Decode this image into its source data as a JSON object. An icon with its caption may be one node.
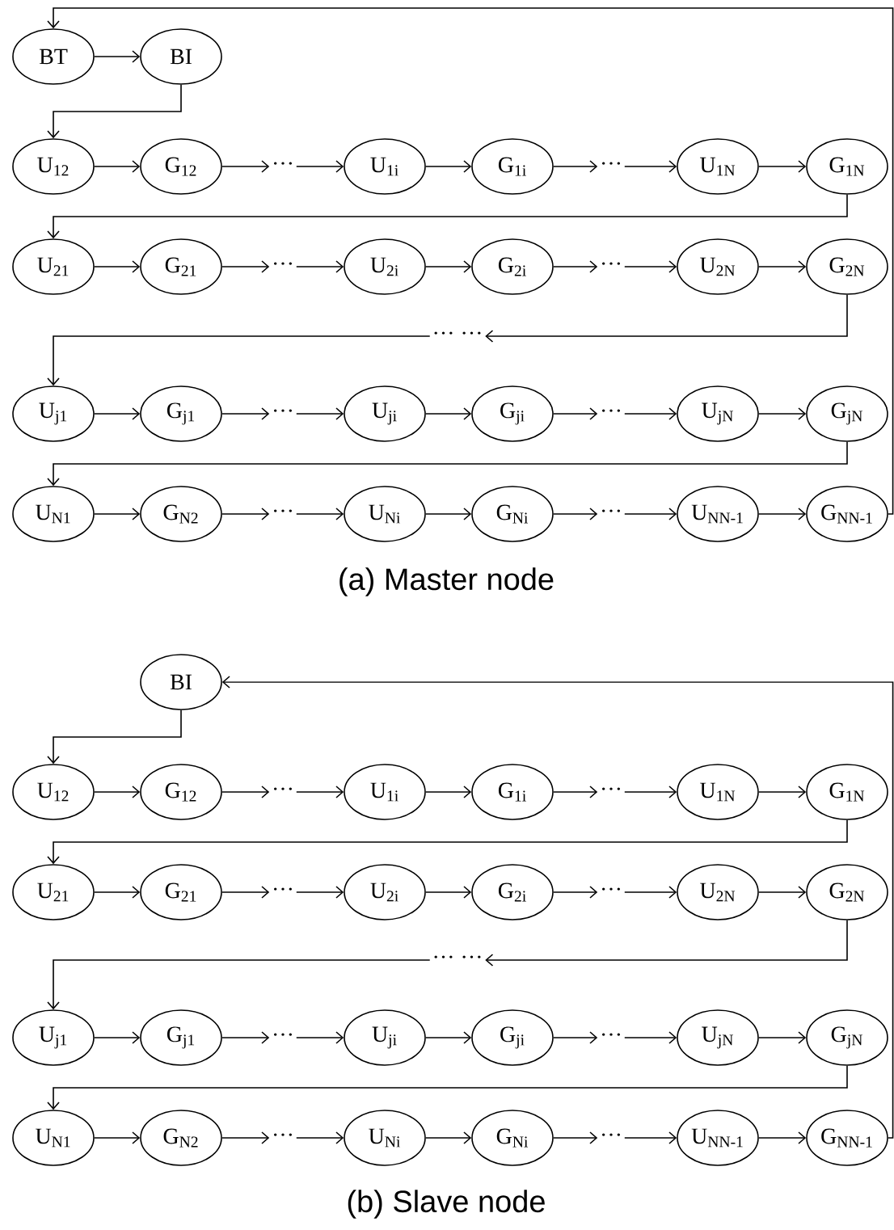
{
  "diagram": {
    "nodes": [
      {
        "text": [
          "BT"
        ]
      },
      {
        "text": [
          "BI"
        ]
      },
      {
        "text": [
          "U$_{12}$"
        ]
      },
      {
        "text": [
          "G$_{12}$"
        ]
      },
      {
        "text": [
          "···"
        ]
      },
      {
        "text": [
          "U$_{1i}$"
        ]
      },
      {
        "text": [
          "G$_{1i}$"
        ]
      },
      {
        "text": [
          "···"
        ]
      },
      {
        "text": [
          "U$_{1N}$"
        ]
      },
      {
        "text": [
          "G$_{1N}$"
        ]
      },
      {
        "text": [
          "U$_{21}$"
        ]
      },
      {
        "text": [
          "G$_{21}$"
        ]
      },
      {
        "text": [
          "···"
        ]
      },
      {
        "text": [
          "U$_{2i}$"
        ]
      },
      {
        "text": [
          "G$_{2i}$"
        ]
      },
      {
        "text": [
          "···"
        ]
      },
      {
        "text": [
          "U$_{2N}$"
        ]
      },
      {
        "text": [
          "G$_{2N}$"
        ]
      },
      {
        "text": [
          "··· ···"
        ]
      },
      {
        "text": [
          "U$_{j1}$"
        ]
      },
      {
        "text": [
          "G$_{j1}$"
        ]
      },
      {
        "text": [
          "···"
        ]
      },
      {
        "text": [
          "U$_{ji}$"
        ]
      },
      {
        "text": [
          "G$_{ji}$"
        ]
      },
      {
        "text": [
          "···"
        ]
      },
      {
        "text": [
          "U$_{jN}$"
        ]
      },
      {
        "text": [
          "G$_{jN}$"
        ]
      },
      {
        "text": [
          "U$_{N1}$"
        ]
      },
      {
        "text": [
          "G$_{N2}$"
        ]
      },
      {
        "text": [
          "···"
        ]
      },
      {
        "text": [
          "U$_{Ni}$"
        ]
      },
      {
        "text": [
          "G$_{Ni}$"
        ]
      },
      {
        "text": [
          "···"
        ]
      },
      {
        "text": [
          "U$_{NN-1}$"
        ]
      },
      {
        "text": [
          "G$_{NN-1}$"
        ]
      },
      {
        "text": [
          "BI"
        ]
      },
      {
        "text": [
          "U$_{12}$"
        ]
      },
      {
        "text": [
          "G$_{12}$"
        ]
      },
      {
        "text": [
          "···"
        ]
      },
      {
        "text": [
          "U$_{1i}$"
        ]
      },
      {
        "text": [
          "G$_{1i}$"
        ]
      },
      {
        "text": [
          "···"
        ]
      },
      {
        "text": [
          "U$_{1N}$"
        ]
      },
      {
        "text": [
          "G$_{1N}$"
        ]
      },
      {
        "text": [
          "U$_{21}$"
        ]
      },
      {
        "text": [
          "G$_{21}$"
        ]
      },
      {
        "text": [
          "···"
        ]
      },
      {
        "text": [
          "U$_{2i}$"
        ]
      },
      {
        "text": [
          "G$_{2i}$"
        ]
      },
      {
        "text": [
          "···"
        ]
      },
      {
        "text": [
          "U$_{2N}$"
        ]
      },
      {
        "text": [
          "G$_{2N}$"
        ]
      },
      {
        "text": [
          "··· ···"
        ]
      },
      {
        "text": [
          "U$_{j1}$"
        ]
      },
      {
        "text": [
          "G$_{j1}$"
        ]
      },
      {
        "text": [
          "···"
        ]
      },
      {
        "text": [
          "U$_{ji}$"
        ]
      },
      {
        "text": [
          "G$_{ji}$"
        ]
      },
      {
        "text": [
          "···"
        ]
      },
      {
        "text": [
          "U$_{jN}$"
        ]
      },
      {
        "text": [
          "G$_{jN}$"
        ]
      },
      {
        "text": [
          "U$_{N1}$"
        ]
      },
      {
        "text": [
          "G$_{N2}$"
        ]
      },
      {
        "text": [
          "···"
        ]
      },
      {
        "text": [
          "U$_{Ni}$"
        ]
      },
      {
        "text": [
          "G$_{Ni}$"
        ]
      },
      {
        "text": [
          "···"
        ]
      },
      {
        "text": [
          "U$_{NN-1}$"
        ]
      },
      {
        "text": [
          "G$_{NN-1}$"
        ]
      }
    ],
    "edges": [
      {
        "from": 0,
        "to": 1,
        "arrow": "to"
      },
      {
        "from": 1,
        "to": 2,
        "arrow": "to"
      },
      {
        "from": 2,
        "to": 3,
        "arrow": "to"
      },
      {
        "from": 3,
        "to": 4,
        "arrow": "to"
      },
      {
        "from": 4,
        "to": 5,
        "arrow": "to"
      },
      {
        "from": 5,
        "to": 6,
        "arrow": "to"
      },
      {
        "from": 6,
        "to": 7,
        "arrow": "to"
      },
      {
        "from": 7,
        "to": 8,
        "arrow": "to"
      },
      {
        "from": 8,
        "to": 9,
        "arrow": "to"
      },
      {
        "from": 9,
        "to": 10,
        "arrow": "to"
      },
      {
        "from": 10,
        "to": 11,
        "arrow": "to"
      },
      {
        "from": 11,
        "to": 12,
        "arrow": "to"
      },
      {
        "from": 12,
        "to": 13,
        "arrow": "to"
      },
      {
        "from": 13,
        "to": 14,
        "arrow": "to"
      },
      {
        "from": 14,
        "to": 15,
        "arrow": "to"
      },
      {
        "from": 15,
        "to": 16,
        "arrow": "to"
      },
      {
        "from": 16,
        "to": 17,
        "arrow": "to"
      },
      {
        "from": 17,
        "to": 18,
        "arrow": "to"
      },
      {
        "from": 18,
        "to": 19,
        "arrow": "to"
      },
      {
        "from": 19,
        "to": 20,
        "arrow": "to"
      },
      {
        "from": 20,
        "to": 21,
        "arrow": "to"
      },
      {
        "from": 21,
        "to": 22,
        "arrow": "to"
      },
      {
        "from": 22,
        "to": 23,
        "arrow": "to"
      },
      {
        "from": 23,
        "to": 24,
        "arrow": "to"
      },
      {
        "from": 24,
        "to": 25,
        "arrow": "to"
      },
      {
        "from": 25,
        "to": 26,
        "arrow": "to"
      },
      {
        "from": 26,
        "to": 27,
        "arrow": "to"
      },
      {
        "from": 27,
        "to": 28,
        "arrow": "to"
      },
      {
        "from": 28,
        "to": 29,
        "arrow": "to"
      },
      {
        "from": 29,
        "to": 30,
        "arrow": "to"
      },
      {
        "from": 30,
        "to": 31,
        "arrow": "to"
      },
      {
        "from": 31,
        "to": 32,
        "arrow": "to"
      },
      {
        "from": 32,
        "to": 33,
        "arrow": "to"
      },
      {
        "from": 33,
        "to": 34,
        "arrow": "to"
      },
      {
        "from": 34,
        "to": 0,
        "arrow": "to"
      },
      {
        "from": 35,
        "to": 36,
        "arrow": "to"
      },
      {
        "from": 36,
        "to": 37,
        "arrow": "to"
      },
      {
        "from": 37,
        "to": 38,
        "arrow": "to"
      },
      {
        "from": 38,
        "to": 39,
        "arrow": "to"
      },
      {
        "from": 39,
        "to": 40,
        "arrow": "to"
      },
      {
        "from": 40,
        "to": 41,
        "arrow": "to"
      },
      {
        "from": 41,
        "to": 42,
        "arrow": "to"
      },
      {
        "from": 42,
        "to": 43,
        "arrow": "to"
      },
      {
        "from": 43,
        "to": 44,
        "arrow": "to"
      },
      {
        "from": 44,
        "to": 45,
        "arrow": "to"
      },
      {
        "from": 45,
        "to": 46,
        "arrow": "to"
      },
      {
        "from": 46,
        "to": 47,
        "arrow": "to"
      },
      {
        "from": 47,
        "to": 48,
        "arrow": "to"
      },
      {
        "from": 48,
        "to": 49,
        "arrow": "to"
      },
      {
        "from": 49,
        "to": 50,
        "arrow": "to"
      },
      {
        "from": 50,
        "to": 51,
        "arrow": "to"
      },
      {
        "from": 51,
        "to": 52,
        "arrow": "to"
      },
      {
        "from": 52,
        "to": 53,
        "arrow": "to"
      },
      {
        "from": 53,
        "to": 54,
        "arrow": "to"
      },
      {
        "from": 54,
        "to": 55,
        "arrow": "to"
      },
      {
        "from": 55,
        "to": 56,
        "arrow": "to"
      },
      {
        "from": 56,
        "to": 57,
        "arrow": "to"
      },
      {
        "from": 57,
        "to": 58,
        "arrow": "to"
      },
      {
        "from": 58,
        "to": 59,
        "arrow": "to"
      },
      {
        "from": 59,
        "to": 60,
        "arrow": "to"
      },
      {
        "from": 60,
        "to": 61,
        "arrow": "to"
      },
      {
        "from": 61,
        "to": 62,
        "arrow": "to"
      },
      {
        "from": 62,
        "to": 63,
        "arrow": "to"
      },
      {
        "from": 63,
        "to": 64,
        "arrow": "to"
      },
      {
        "from": 64,
        "to": 65,
        "arrow": "to"
      },
      {
        "from": 65,
        "to": 66,
        "arrow": "to"
      },
      {
        "from": 66,
        "to": 67,
        "arrow": "to"
      },
      {
        "from": 67,
        "to": 68,
        "arrow": "to"
      },
      {
        "from": 68,
        "to": 35,
        "arrow": "to"
      }
    ],
    "labels": [
      "(a) Master node",
      "(b) Slave node"
    ]
  }
}
